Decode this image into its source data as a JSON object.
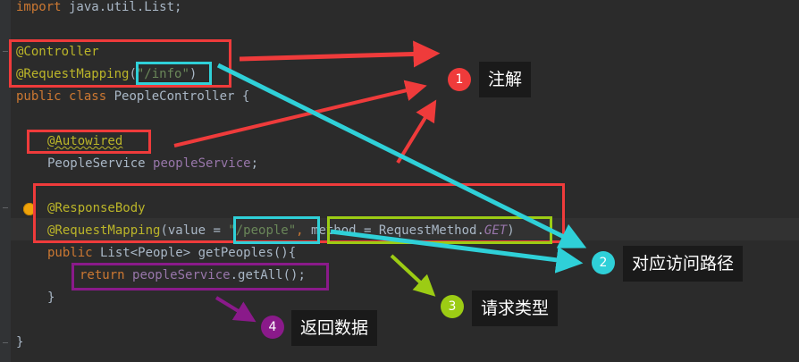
{
  "code": {
    "line1": {
      "kw": "import",
      "rest": " java.util.List;"
    },
    "line3": {
      "ann": "@Controller"
    },
    "line4": {
      "ann": "@RequestMapping",
      "open": "(",
      "str": "\"/info\"",
      "close": ")"
    },
    "line5": {
      "kw1": "public",
      "sp": " ",
      "kw2": "class",
      "rest": " PeopleController {"
    },
    "line7": {
      "ann": "@Autowired"
    },
    "line8": {
      "type": "PeopleService ",
      "field": "peopleService",
      "semi": ";"
    },
    "line10": {
      "ann": "@ResponseBody"
    },
    "line11": {
      "ann": "@RequestMapping",
      "p1": "(value = ",
      "str": "\"/people\"",
      "comma": ",",
      "p2": " method = RequestMethod.",
      "enum": "GET",
      "close": ")"
    },
    "line12": {
      "kw": "public",
      "rest": " List<People> getPeoples(){"
    },
    "line13": {
      "kw": "return",
      "sp": " ",
      "field": "peopleService",
      "rest": ".getAll();"
    },
    "line14": {
      "brace": "}"
    },
    "line16": {
      "brace": "}"
    }
  },
  "annotations": [
    {
      "num": "1",
      "label": "注解",
      "color": "#ef3b3b"
    },
    {
      "num": "2",
      "label": "对应访问路径",
      "color": "#2fd0d8"
    },
    {
      "num": "3",
      "label": "请求类型",
      "color": "#9ccc14"
    },
    {
      "num": "4",
      "label": "返回数据",
      "color": "#8a1a8a"
    }
  ],
  "colors": {
    "red": "#ef3b3b",
    "cyan": "#2fd0d8",
    "lime": "#9ccc14",
    "purple": "#8a1a8a"
  }
}
